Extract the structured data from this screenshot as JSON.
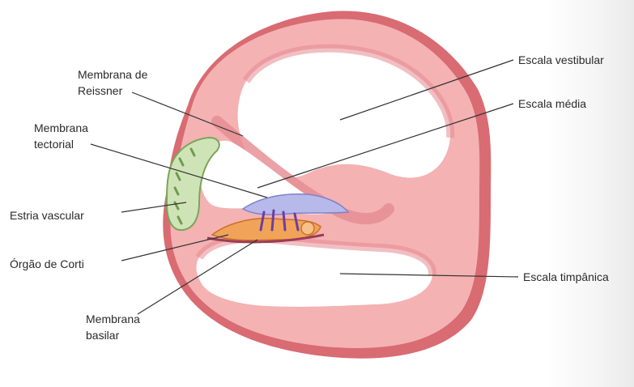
{
  "labels": {
    "reissner": [
      "Membrana de",
      "Reissner"
    ],
    "tectorial": [
      "Membrana",
      "tectorial"
    ],
    "estria": "Estria vascular",
    "corti": "Órgão de Corti",
    "basilar": [
      "Membrana",
      "basilar"
    ],
    "vestibular": "Escala vestibular",
    "media": "Escala média",
    "timpanica": "Escala timpânica"
  },
  "colors": {
    "wall_outer": "#f2a3a6",
    "wall_inner": "#f6c6c5",
    "wall_edge": "#d96b72",
    "stria": "#cfe4b6",
    "tectorial": "#b7b9ea",
    "corti": "#f2a35a",
    "line": "#333333"
  }
}
